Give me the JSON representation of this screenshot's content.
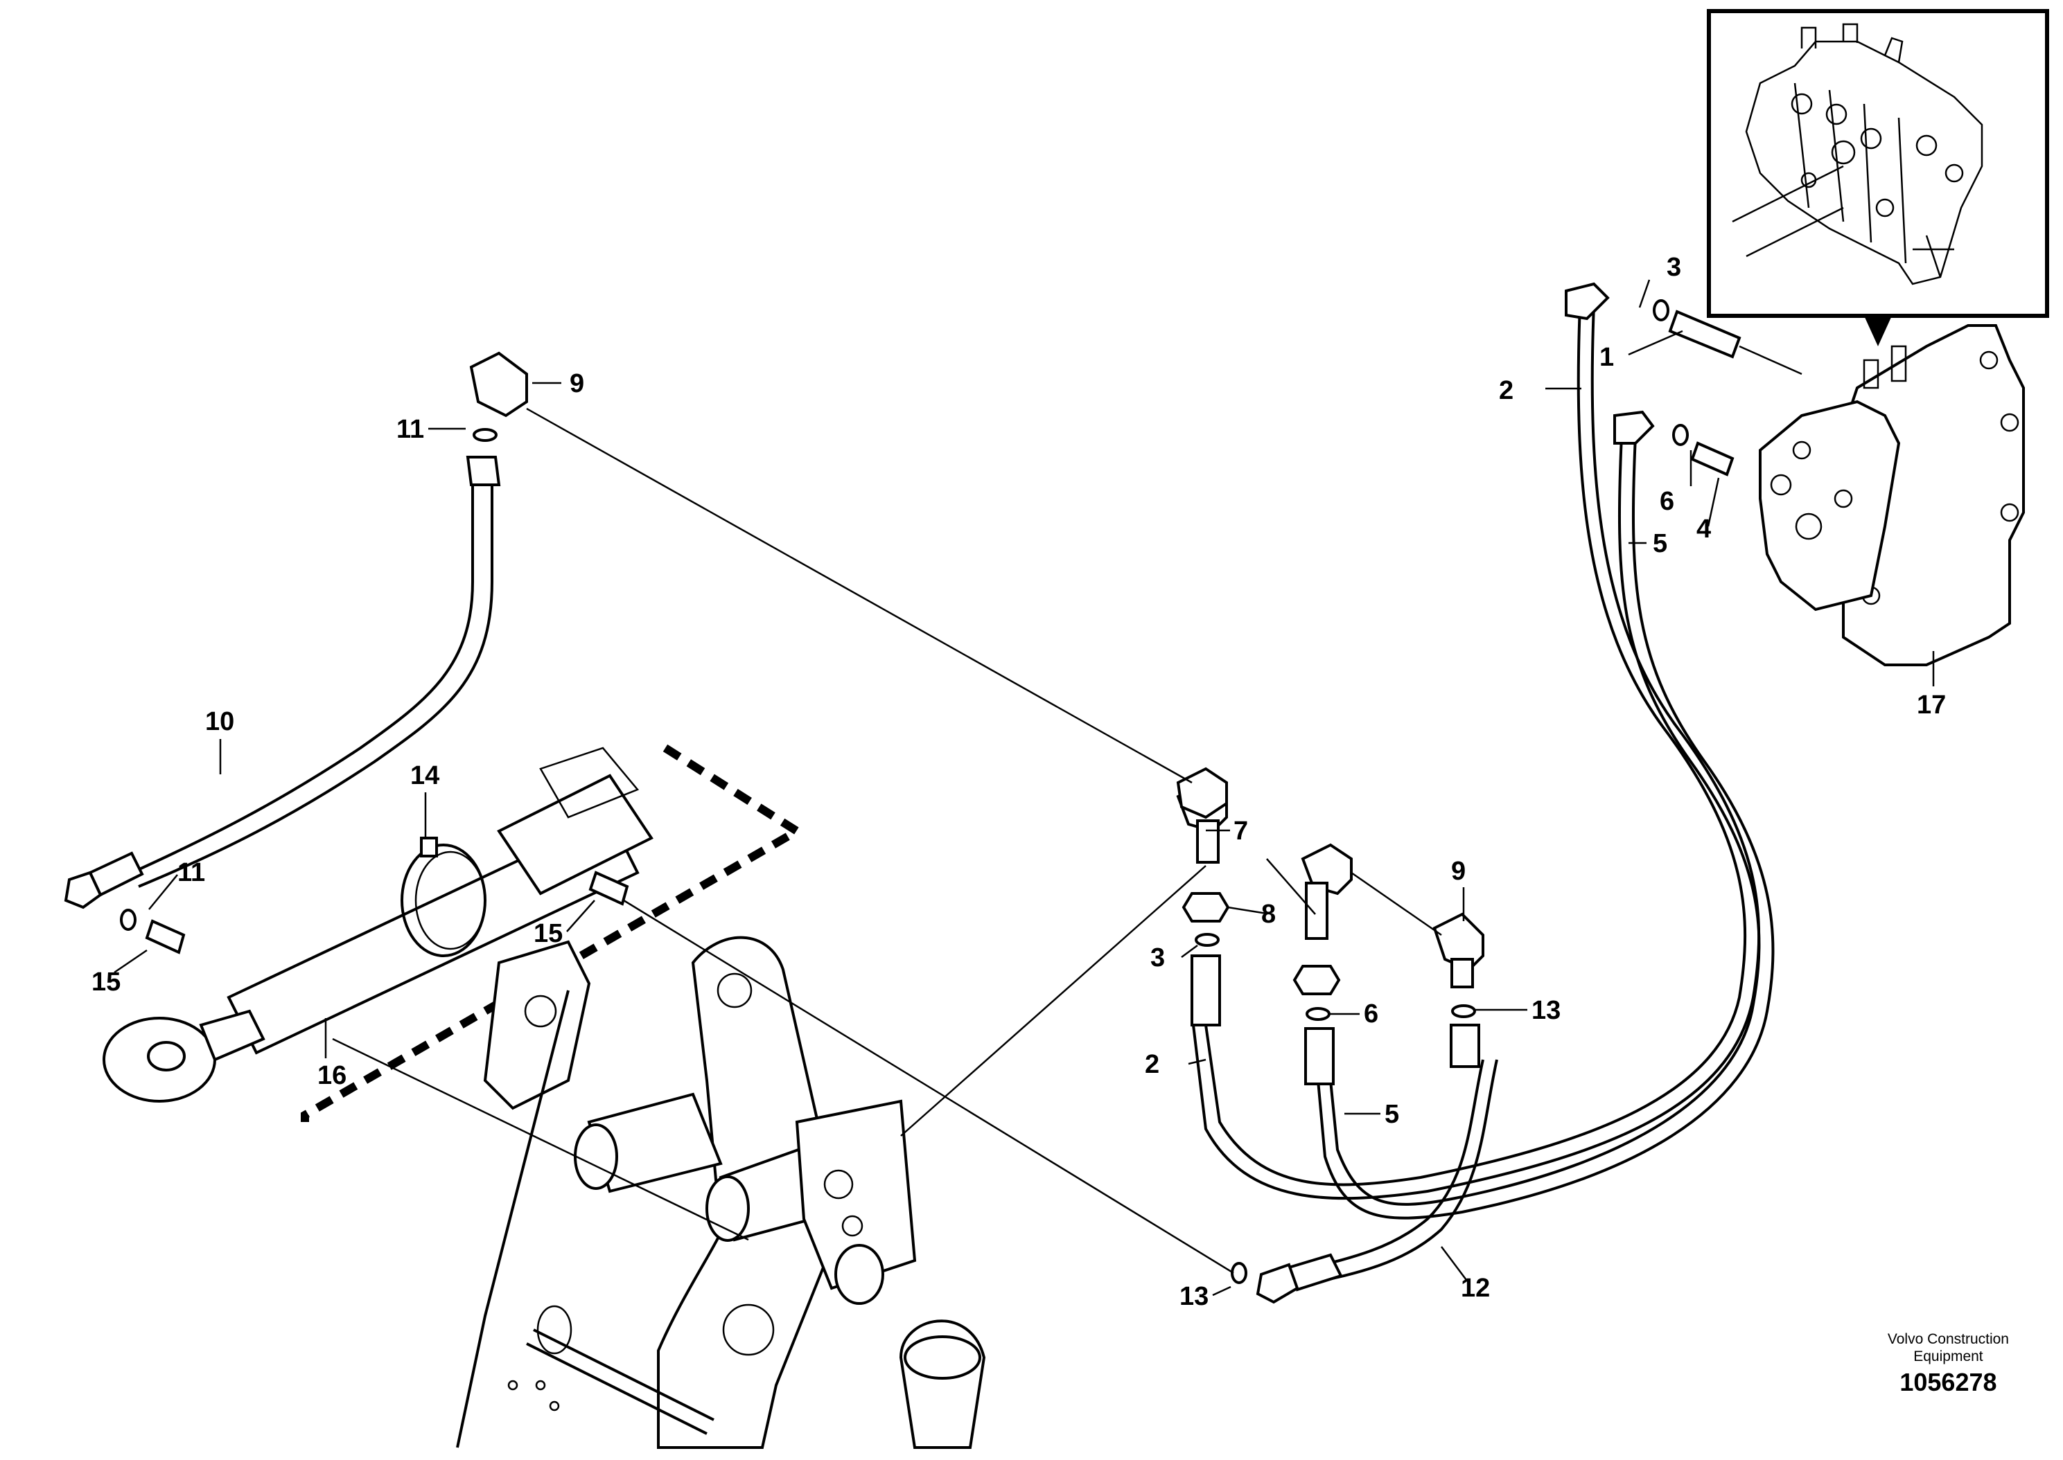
{
  "diagram": {
    "callouts": [
      "1",
      "2",
      "3",
      "4",
      "5",
      "6",
      "7",
      "8",
      "9",
      "10",
      "11",
      "12",
      "13",
      "14",
      "15",
      "16",
      "17"
    ],
    "credit": {
      "line1": "Volvo Construction",
      "line2": "Equipment",
      "number": "1056278"
    }
  }
}
